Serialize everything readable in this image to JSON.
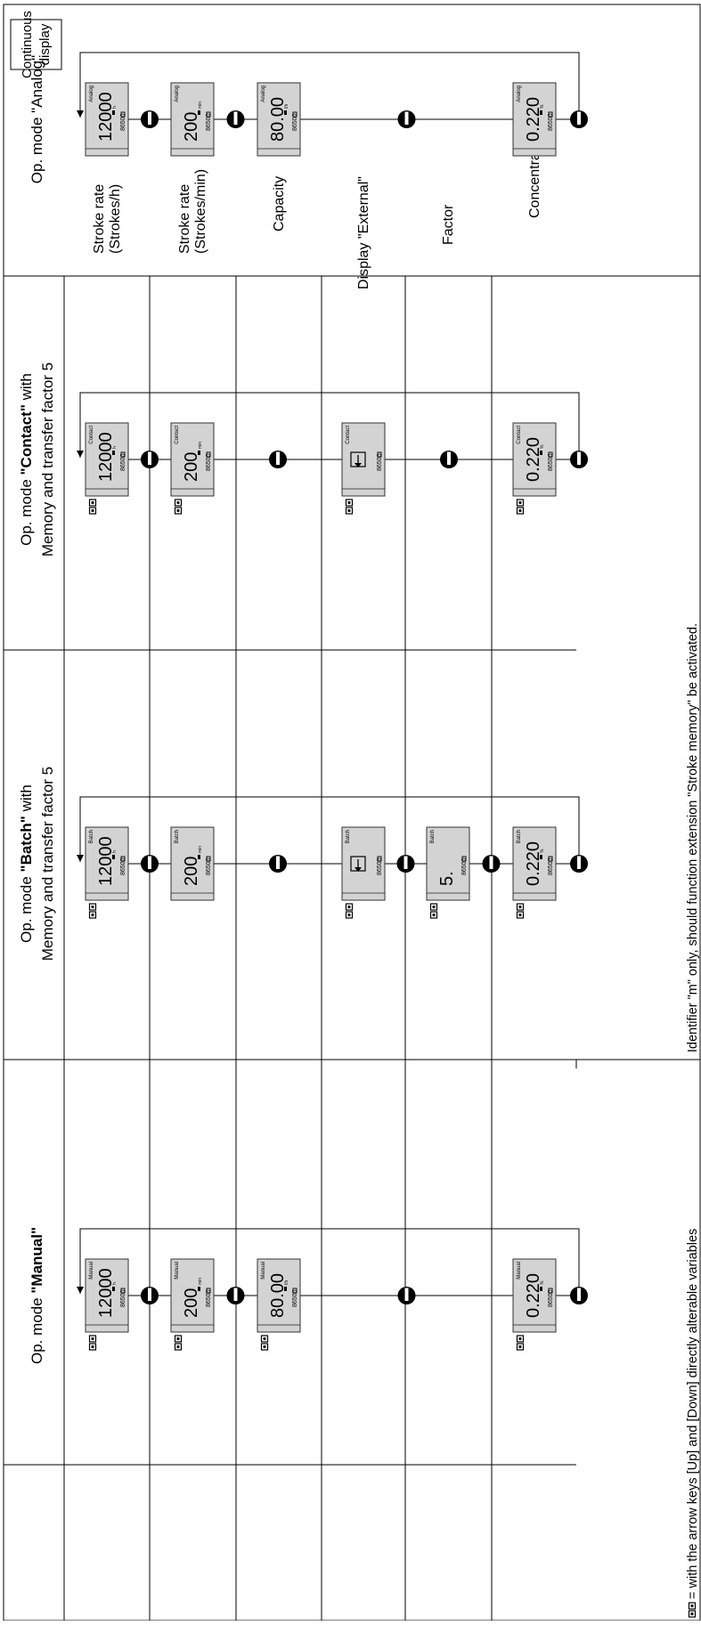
{
  "legend": {
    "header": [
      "Continuous",
      "display"
    ],
    "rows": [
      {
        "key": "stroke_rate_h",
        "lines": [
          "Stroke rate",
          "(Strokes/h)"
        ]
      },
      {
        "key": "stroke_rate_min",
        "lines": [
          "Stroke rate",
          "(Strokes/min)"
        ]
      },
      {
        "key": "capacity",
        "lines": [
          "Capacity"
        ]
      },
      {
        "key": "display_external",
        "lines": [
          "Display \"External\""
        ]
      },
      {
        "key": "factor",
        "lines": [
          "Factor"
        ]
      },
      {
        "key": "concentration",
        "lines": [
          "Concentration"
        ]
      }
    ]
  },
  "columns": [
    {
      "key": "manual",
      "title_lines": [
        [
          {
            "t": "Op. mode "
          },
          {
            "t": "\"Manual\"",
            "b": true
          }
        ]
      ],
      "displays": [
        {
          "row": 0,
          "mode": "Manual",
          "value": "12000",
          "unit": "h",
          "code": "86500",
          "arrows": true
        },
        {
          "row": 1,
          "mode": "Manual",
          "value": "200",
          "unit": "min",
          "code": "86500",
          "arrows": true
        },
        {
          "row": 2,
          "mode": "Manual",
          "value": "80.00",
          "unit": "l/h",
          "code": "86500",
          "arrows": true
        },
        {
          "row": 5,
          "mode": "Manual",
          "value": "0.220",
          "unit": "%",
          "code": "86500",
          "arrows": true
        }
      ]
    },
    {
      "key": "batch",
      "title_lines": [
        [
          {
            "t": "Op. mode "
          },
          {
            "t": "\"Batch\"",
            "b": true
          },
          {
            "t": " with"
          }
        ],
        [
          {
            "t": "Memory and transfer factor 5"
          }
        ]
      ],
      "displays": [
        {
          "row": 0,
          "mode": "Batch",
          "value": "12000",
          "unit": "h",
          "code": "86500",
          "arrows": true
        },
        {
          "row": 1,
          "mode": "Batch",
          "value": "200",
          "unit": "min",
          "code": "86500",
          "arrows": false
        },
        {
          "row": 3,
          "mode": "Batch",
          "value": "",
          "unit": "",
          "code": "86500",
          "arrows": true,
          "external": true
        },
        {
          "row": 4,
          "mode": "Batch",
          "value": "5.",
          "unit": "",
          "code": "86500",
          "arrows": true
        },
        {
          "row": 5,
          "mode": "Batch",
          "value": "0.220",
          "unit": "%",
          "code": "86500",
          "arrows": true
        }
      ]
    },
    {
      "key": "contact",
      "title_lines": [
        [
          {
            "t": "Op. mode "
          },
          {
            "t": "\"Contact\"",
            "b": true
          },
          {
            "t": " with"
          }
        ],
        [
          {
            "t": "Memory and transfer factor 5"
          }
        ]
      ],
      "displays": [
        {
          "row": 0,
          "mode": "Contact",
          "value": "12000",
          "unit": "h",
          "code": "86500",
          "arrows": true
        },
        {
          "row": 1,
          "mode": "Contact",
          "value": "200",
          "unit": "min",
          "code": "86500",
          "arrows": true
        },
        {
          "row": 3,
          "mode": "Contact",
          "value": "",
          "unit": "",
          "code": "86500",
          "arrows": true,
          "external": true
        },
        {
          "row": 5,
          "mode": "Contact",
          "value": "0.220",
          "unit": "%",
          "code": "86500",
          "arrows": true
        }
      ]
    },
    {
      "key": "analog",
      "title_lines": [
        [
          {
            "t": "Op. mode \"Analog\""
          }
        ]
      ],
      "displays": [
        {
          "row": 0,
          "mode": "Analog",
          "value": "12000",
          "unit": "h",
          "code": "86500",
          "arrows": false
        },
        {
          "row": 1,
          "mode": "Analog",
          "value": "200",
          "unit": "min",
          "code": "86500",
          "arrows": false
        },
        {
          "row": 2,
          "mode": "Analog",
          "value": "80.00",
          "unit": "l/h",
          "code": "86500",
          "arrows": false
        },
        {
          "row": 5,
          "mode": "Analog",
          "value": "0.220",
          "unit": "%",
          "code": "86500",
          "arrows": false
        }
      ]
    }
  ],
  "footnotes": {
    "arrow_keys": "= with the arrow keys [Up] and [Down] directly alterable variables",
    "identifier": "Identifier \"m\" only, should function extension \"Stroke memory\" be activated."
  }
}
